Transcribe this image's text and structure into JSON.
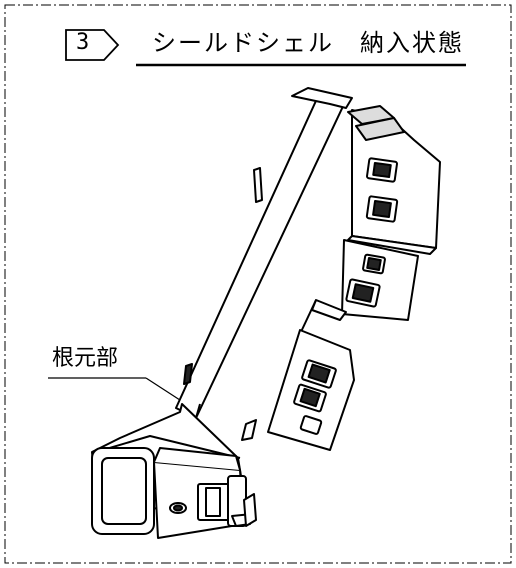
{
  "step": {
    "number": "3"
  },
  "title": "シールドシェル　納入状態",
  "callout": {
    "label": "根元部"
  }
}
